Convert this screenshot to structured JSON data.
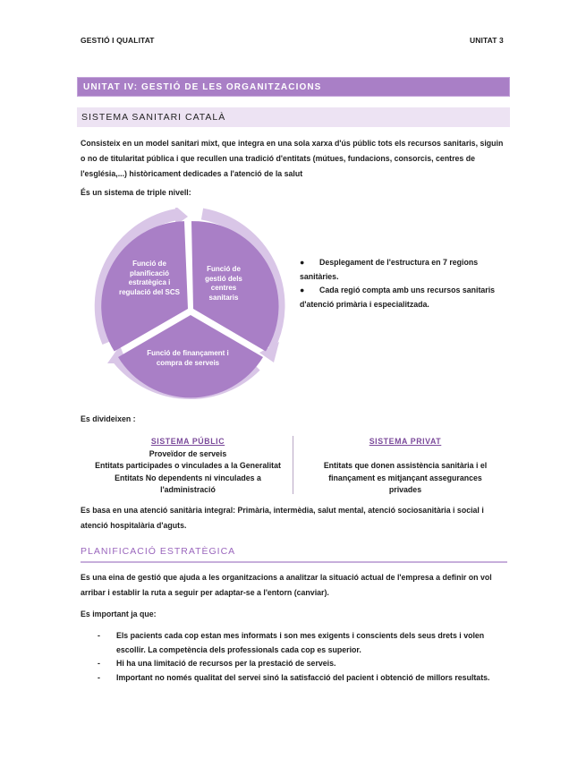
{
  "page_header": {
    "left": "GESTIÓ I QUALITAT",
    "right": "UNITAT 3"
  },
  "unit_title": "UNITAT IV: GESTIÓ DE LES ORGANITZACIONS",
  "section1": {
    "title": "SISTEMA SANITARI CATALÀ",
    "intro": "Consisteix en un model sanitari mixt, que integra en una sola xarxa d'ús públic tots els recursos sanitaris, siguin o no de titularitat pública i que recullen una tradició d'entitats (mútues, fundacions, consorcis, centres de l'església,...) històricament dedicades a l'atenció de la salut",
    "triple_level_label": "És un sistema de triple nivell:",
    "diagram": {
      "segments": [
        {
          "label": "Funció de planificació estratègica i regulació del SCS"
        },
        {
          "label": "Funció de gestió dels centres sanitaris"
        },
        {
          "label": "Funció de finançament i compra de serveis"
        }
      ],
      "colors": {
        "fill": "#a97fc6",
        "arrow": "#d9c6e7"
      }
    },
    "bullets": [
      "Desplegament de l'estructura en 7 regions sanitàries.",
      "Cada regió compta amb uns recursos sanitaris d'atenció primària i especialitzada."
    ],
    "divided_label": "Es divideixen :",
    "systems": {
      "public": {
        "title": "SISTEMA PÚBLIC",
        "lines": [
          "Proveïdor de serveis",
          "Entitats participades o vinculades a la Generalitat",
          "Entitats No dependents ni vinculades a l'administració"
        ]
      },
      "private": {
        "title": "SISTEMA PRIVAT",
        "lines": [
          "Entitats que donen assistència sanitària i el finançament es mitjançant assegurances privades"
        ]
      }
    },
    "integral_care": "Es basa en una atenció sanitària integral: Primària, intermèdia, salut mental, atenció sociosanitària i social i atenció hospitalària d'aguts."
  },
  "section2": {
    "title": "PLANIFICACIÓ ESTRATÈGICA",
    "intro": "Es una eina de gestió que ajuda a les organitzacions a analitzar la situació actual de l'empresa a definir on vol arribar i establir la ruta a seguir per adaptar-se a l'entorn (canviar).",
    "important_label": "Es important ja que:",
    "dash_items": [
      "Els pacients cada cop estan mes informats i son mes exigents i conscients dels seus drets i volen escollir. La competència dels professionals cada cop es superior.",
      "Hi ha una limitació de recursos per la prestació de serveis.",
      "Important no només qualitat del servei sinó la satisfacció del pacient i obtenció de millors resultats."
    ]
  },
  "colors": {
    "accent_dark": "#a97fc6",
    "accent_light": "#ede3f3",
    "section_heading": "#9a66bd",
    "link_title": "#7b4a9a"
  }
}
